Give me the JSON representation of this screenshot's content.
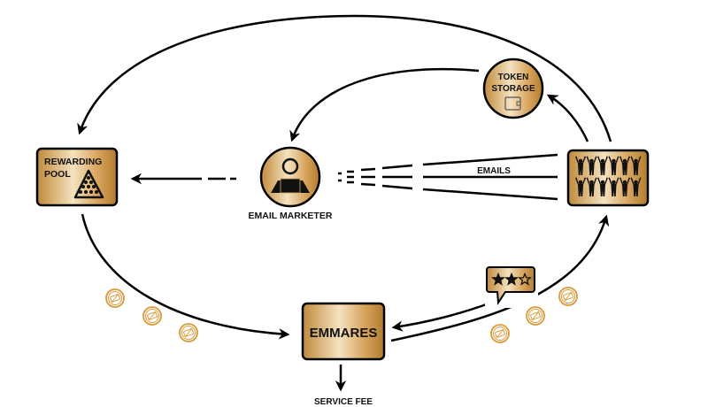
{
  "nodes": {
    "rewarding_pool": {
      "line1": "REWARDING",
      "line2": "POOL",
      "icon": "billiard-rack-icon"
    },
    "email_marketer": {
      "label": "EMAIL MARKETER",
      "icon": "person-at-laptop-icon"
    },
    "token_storage": {
      "line1": "TOKEN",
      "line2": "STORAGE",
      "icon": "wallet-icon"
    },
    "recipients": {
      "icon": "crowd-cheering-icon"
    },
    "emmares": {
      "label": "EMMARES"
    },
    "rating": {
      "icon": "speech-bubble-stars-icon",
      "stars_filled": 2,
      "stars_total": 3
    }
  },
  "edges": {
    "emails_label": "EMAILS",
    "service_fee_label": "SERVICE FEE"
  },
  "colors": {
    "gold_dark": "#b8862f",
    "gold_light": "#f3dfb8",
    "gold_mid": "#d6a85f",
    "coin": "#d99a3a",
    "stroke": "#000000"
  }
}
